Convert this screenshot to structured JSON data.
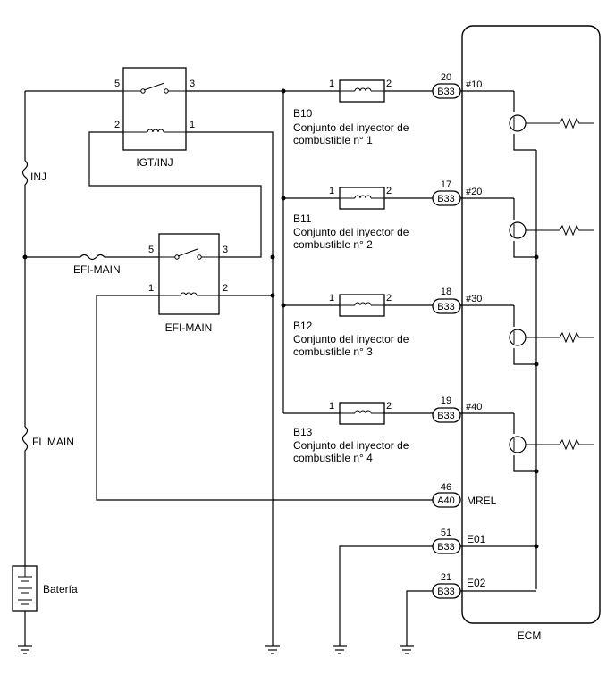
{
  "relays": {
    "igt_inj": {
      "name": "IGT/INJ",
      "pins": [
        "5",
        "3",
        "2",
        "1"
      ]
    },
    "efi_main": {
      "name": "EFI-MAIN",
      "pins": [
        "5",
        "3",
        "1",
        "2"
      ]
    }
  },
  "fuses": {
    "inj": "INJ",
    "efi_main": "EFI-MAIN",
    "fl_main": "FL MAIN"
  },
  "battery": "Batería",
  "ecm": {
    "name": "ECM"
  },
  "injectors": [
    {
      "code": "B10",
      "desc_line1": "Conjunto del inyector de",
      "desc_line2": "combustible n° 1",
      "pin_a": "1",
      "pin_b": "2",
      "ecm_pin": "20",
      "connector": "B33",
      "signal": "#10"
    },
    {
      "code": "B11",
      "desc_line1": "Conjunto del inyector de",
      "desc_line2": "combustible n° 2",
      "pin_a": "1",
      "pin_b": "2",
      "ecm_pin": "17",
      "connector": "B33",
      "signal": "#20"
    },
    {
      "code": "B12",
      "desc_line1": "Conjunto del inyector de",
      "desc_line2": "combustible n° 3",
      "pin_a": "1",
      "pin_b": "2",
      "ecm_pin": "18",
      "connector": "B33",
      "signal": "#30"
    },
    {
      "code": "B13",
      "desc_line1": "Conjunto del inyector de",
      "desc_line2": "combustible n° 4",
      "pin_a": "1",
      "pin_b": "2",
      "ecm_pin": "19",
      "connector": "B33",
      "signal": "#40"
    }
  ],
  "ecm_terminals": [
    {
      "pin": "46",
      "connector": "A40",
      "signal": "MREL"
    },
    {
      "pin": "51",
      "connector": "B33",
      "signal": "E01"
    },
    {
      "pin": "21",
      "connector": "B33",
      "signal": "E02"
    }
  ]
}
